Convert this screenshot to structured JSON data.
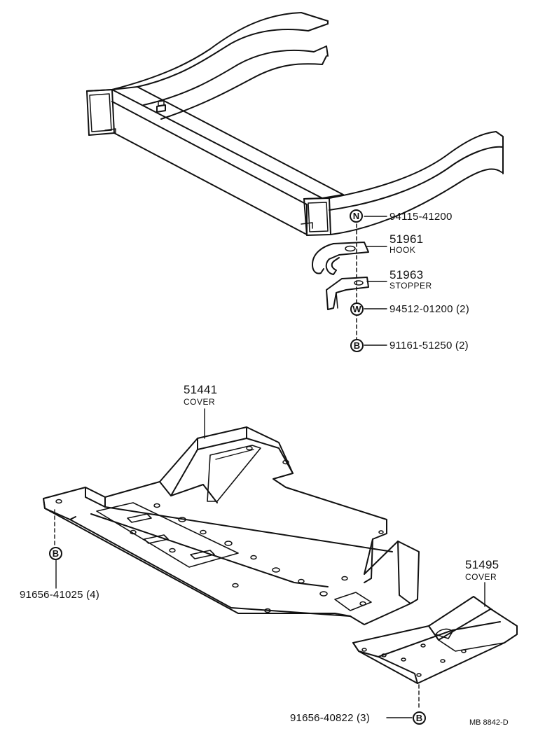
{
  "parts": [
    {
      "id": "nut",
      "symbol": "N",
      "number": "94115-41200"
    },
    {
      "id": "hook",
      "number": "51961",
      "name": "HOOK"
    },
    {
      "id": "stopper",
      "number": "51963",
      "name": "STOPPER"
    },
    {
      "id": "washer",
      "symbol": "W",
      "number": "94512-01200 (2)"
    },
    {
      "id": "bolt-upper",
      "symbol": "B",
      "number": "91161-51250 (2)"
    },
    {
      "id": "cover-main",
      "number": "51441",
      "name": "COVER"
    },
    {
      "id": "bolt-left",
      "symbol": "B",
      "number": "91656-41025 (4)"
    },
    {
      "id": "cover-rear",
      "number": "51495",
      "name": "COVER"
    },
    {
      "id": "bolt-lower",
      "symbol": "B",
      "number": "91656-40822 (3)"
    }
  ],
  "diagram_code": "MB 8842-D"
}
